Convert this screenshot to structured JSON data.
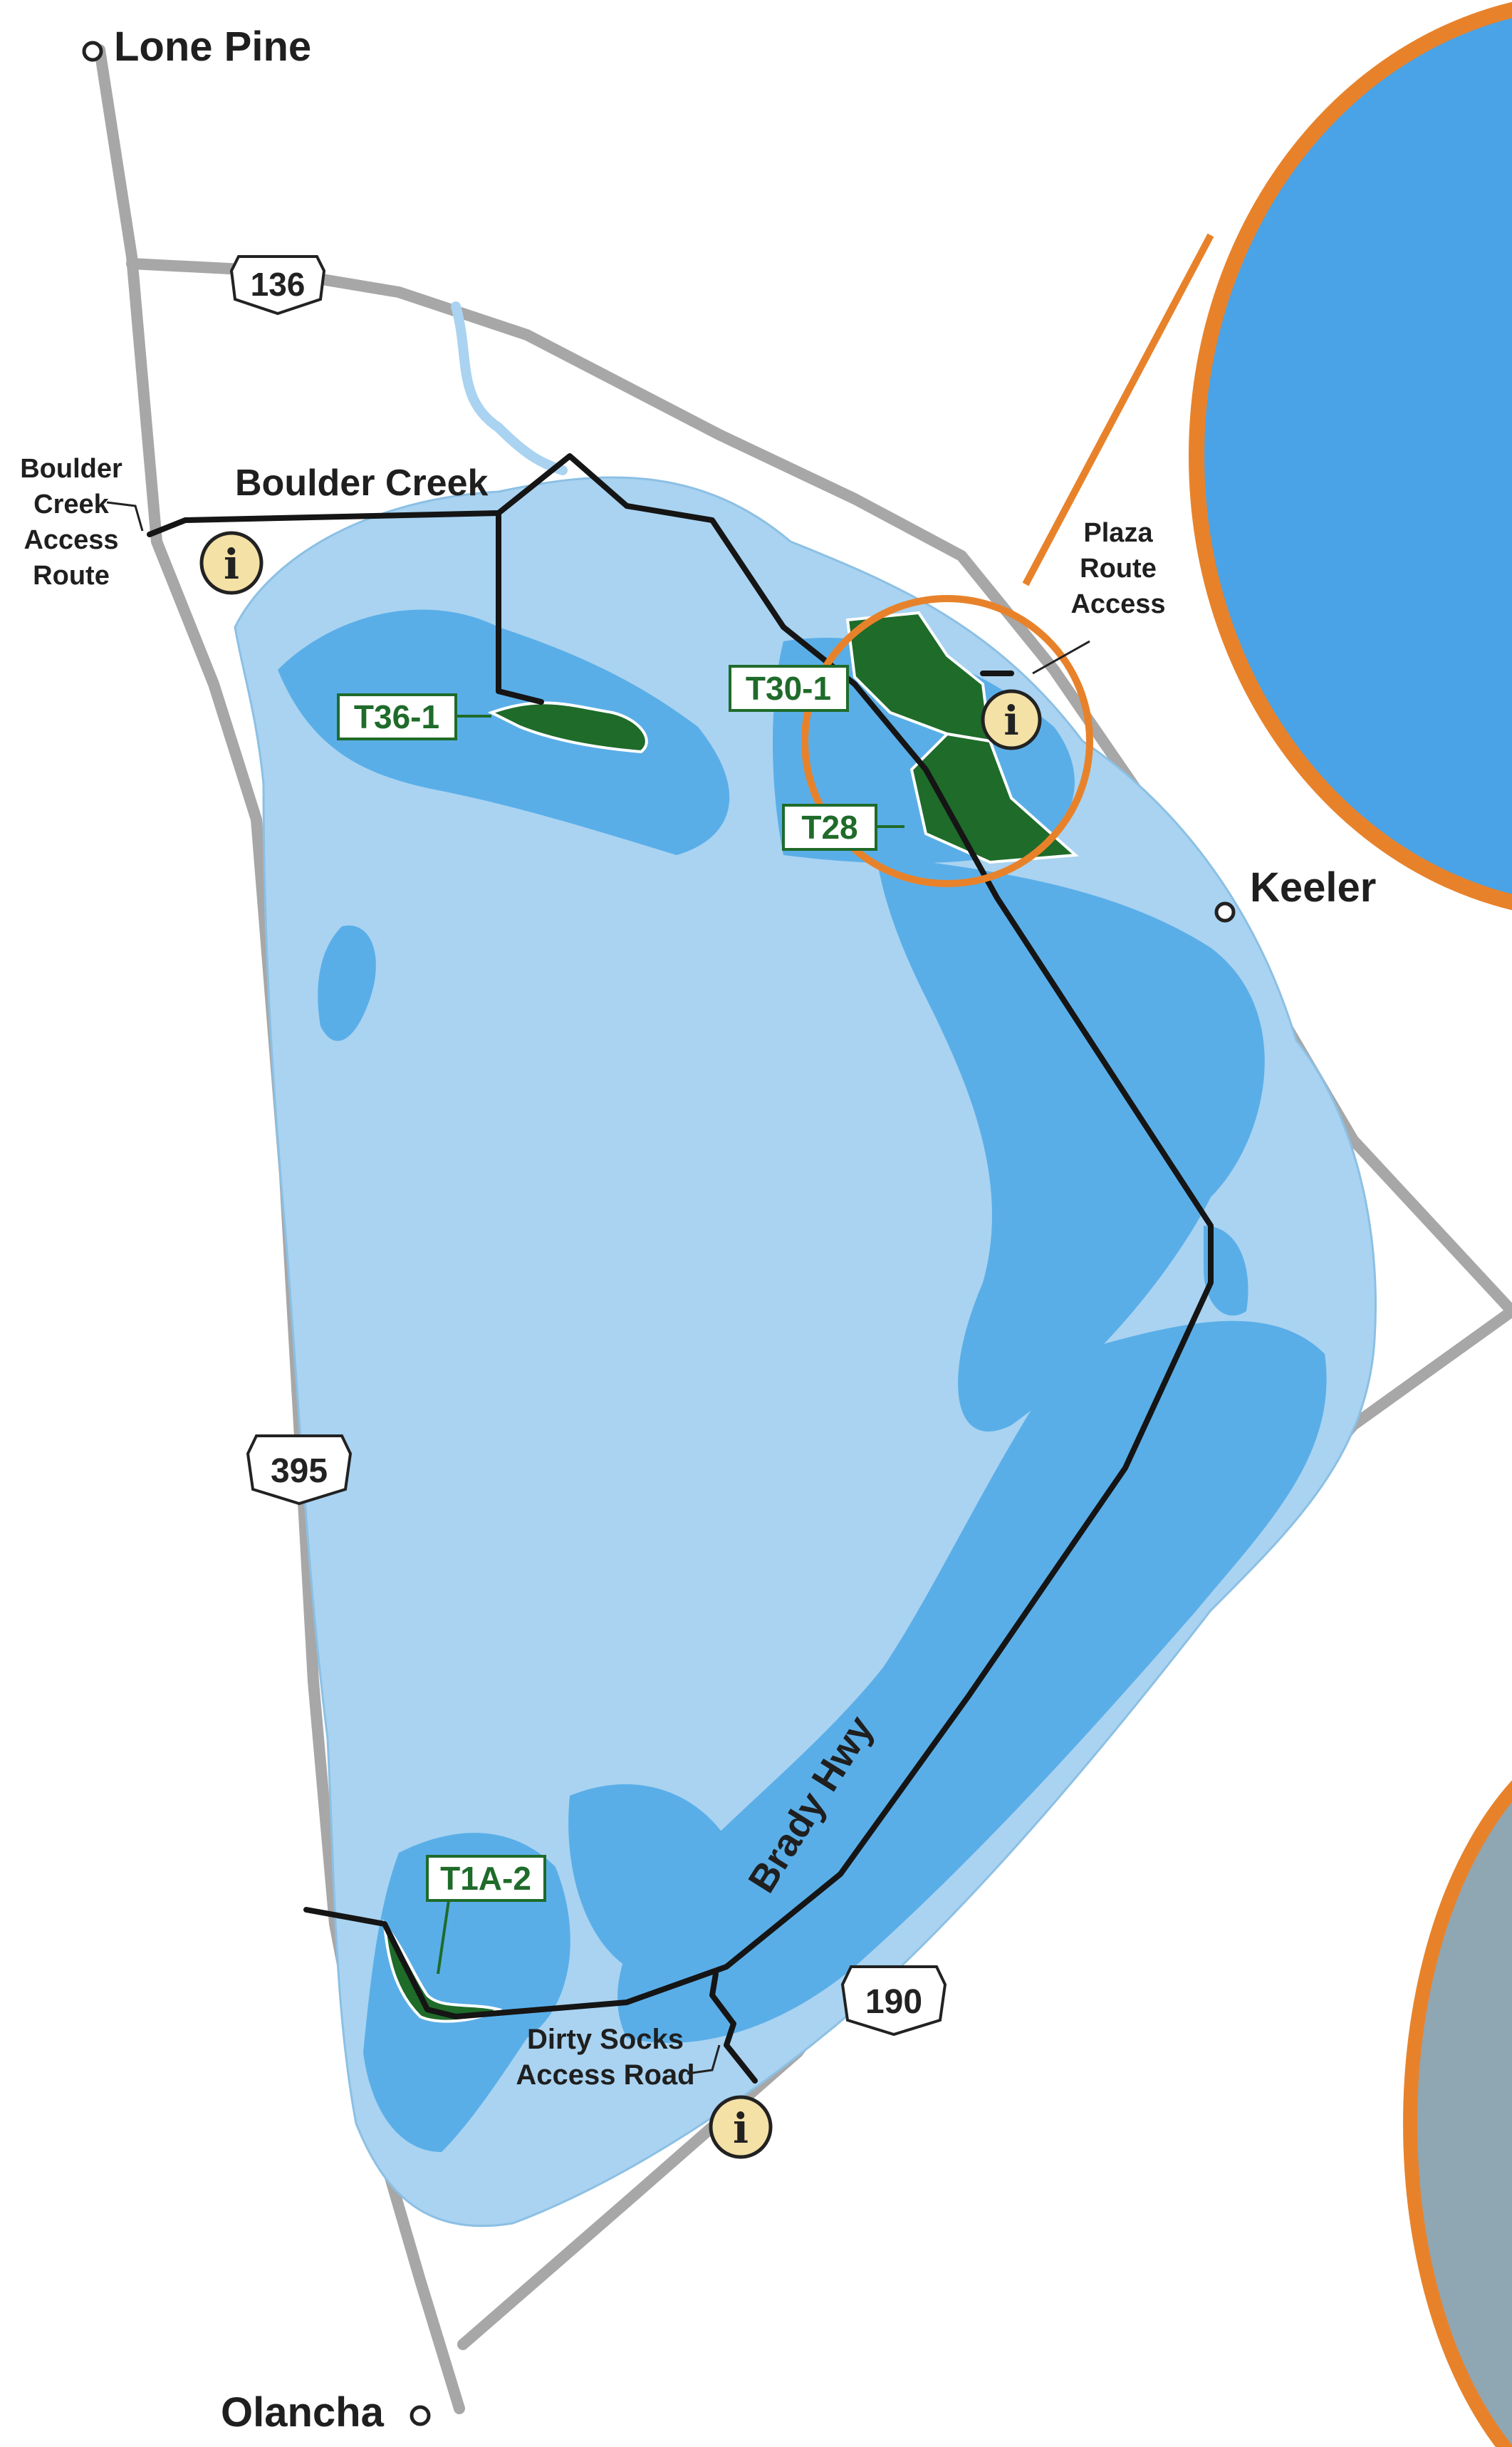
{
  "map": {
    "towns": {
      "lone_pine": "Lone Pine",
      "keeler": "Keeler",
      "olancha": "Olancha"
    },
    "highways": {
      "us136": "136",
      "us395": "395",
      "us190": "190"
    },
    "roads": {
      "boulder_creek": "Boulder Creek",
      "brady_hwy": "Brady Hwy"
    },
    "access": {
      "boulder_creek_route": [
        "Boulder",
        "Creek",
        "Access",
        "Route"
      ],
      "plaza_route": [
        "Plaza",
        "Route",
        "Access"
      ],
      "dirty_socks": [
        "Dirty Socks",
        "Access Road"
      ]
    },
    "areas": {
      "t36_1": "T36-1",
      "t30_1": "T30-1",
      "t28": "T28",
      "t1a_2": "T1A-2"
    },
    "info_icon_glyph": "i",
    "colors": {
      "lake_light": "#a9d3f1",
      "lake_dark": "#5aaee8",
      "vegetation": "#1f6b2a",
      "road_black": "#151515",
      "road_gray": "#a7a7a7",
      "accent_orange": "#e8822a",
      "info_fill": "#f4e1a6",
      "inset_blue": "#4aa3e6"
    }
  }
}
